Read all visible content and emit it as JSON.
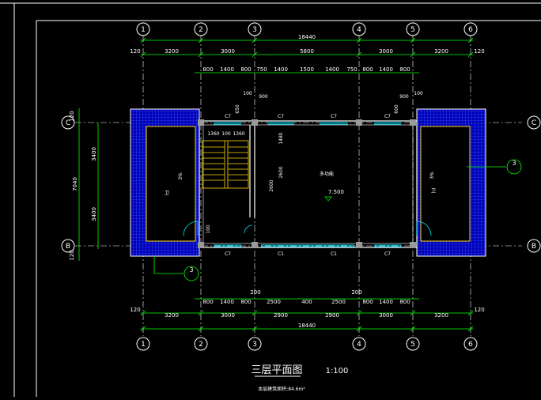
{
  "drawing": {
    "title": "三层平面图",
    "scale": "1:100",
    "area_note": "本层建筑面积:84.6m²"
  },
  "axes": {
    "numbers": [
      "1",
      "2",
      "3",
      "4",
      "5",
      "6"
    ],
    "letters": [
      "C",
      "B"
    ]
  },
  "dims": {
    "top_total": "18440",
    "bottom_total": "18440",
    "edge_120": "120",
    "bays": [
      "3200",
      "3000",
      "5800",
      "3000",
      "3200"
    ],
    "bottom_bays": [
      "3200",
      "3000",
      "2900",
      "2900",
      "3000",
      "3200"
    ],
    "windows_top": [
      "800",
      "1400",
      "800",
      "750",
      "1400",
      "1500",
      "1400",
      "750",
      "800",
      "1400",
      "800"
    ],
    "windows_bottom": [
      "800",
      "1400",
      "800",
      "2500",
      "400",
      "2500",
      "800",
      "1400",
      "800"
    ],
    "bottom_200": "200",
    "side_total": "7040",
    "side_parts": [
      "3400",
      "3400"
    ],
    "stair": [
      "1360",
      "100",
      "1360"
    ],
    "interior": [
      "100",
      "900",
      "650",
      "100",
      "900",
      "600",
      "1480",
      "2600",
      "2600",
      "100"
    ]
  },
  "labels": {
    "windows": [
      "C7",
      "C7",
      "C7",
      "C7",
      "C7",
      "C7",
      "C1",
      "C1"
    ],
    "level": "7.500",
    "section_marker": "3",
    "room": "多功能",
    "toilet": "卫",
    "slope": "3%"
  }
}
